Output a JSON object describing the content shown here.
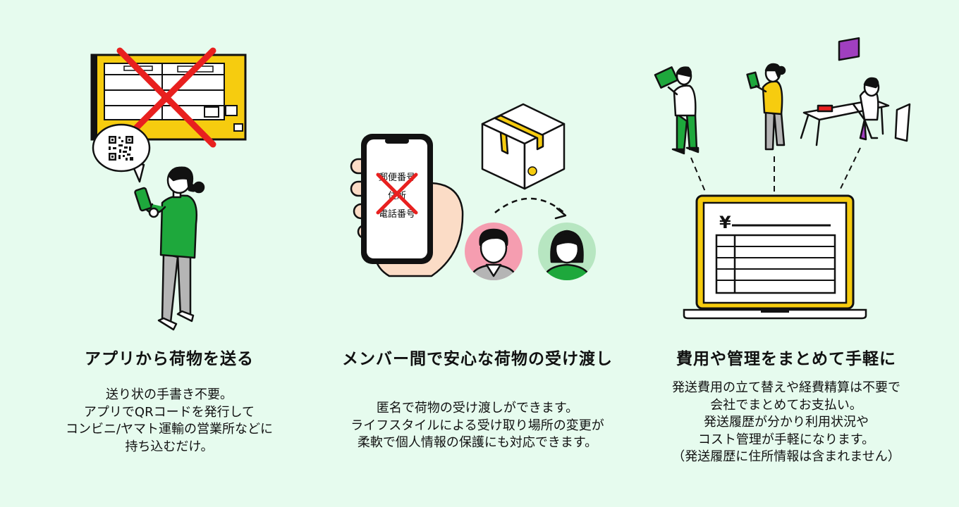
{
  "colors": {
    "background": "#e6fbee",
    "yellow": "#f6cc0f",
    "green": "#1ea83c",
    "red": "#e8201f",
    "outline": "#111111"
  },
  "features": [
    {
      "title": "アプリから荷物を送る",
      "lines": [
        "送り状の手書き不要。",
        "アプリでQRコードを発行して",
        "コンビニ/ヤマト運輸の営業所などに",
        "持ち込むだけ。"
      ]
    },
    {
      "title": "メンバー間で安心な荷物の受け渡し",
      "phone_labels": [
        "郵便番号",
        "住所",
        "電話番号"
      ],
      "lines": [
        "匿名で荷物の受け渡しができます。",
        "ライフスタイルによる受け取り場所の変更が",
        "柔軟で個人情報の保護にも対応できます。"
      ]
    },
    {
      "title": "費用や管理をまとめて手軽に",
      "yen_symbol": "¥",
      "lines": [
        "発送費用の立て替えや経費精算は不要で",
        "会社でまとめてお支払い。",
        "発送履歴が分かり利用状況や",
        "コスト管理が手軽になります。",
        "（発送履歴に住所情報は含まれません）"
      ]
    }
  ]
}
